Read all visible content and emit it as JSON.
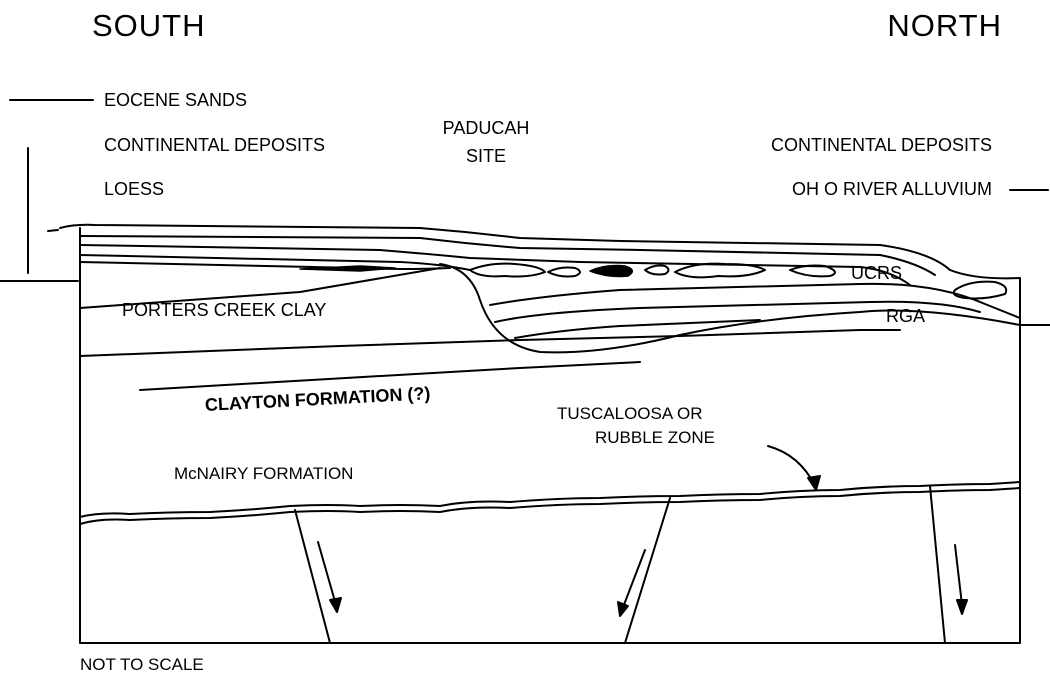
{
  "direction": {
    "left": "SOUTH",
    "right": "NORTH"
  },
  "site": {
    "line1": "PADUCAH",
    "line2": "SITE"
  },
  "left_labels": {
    "eocene": "EOCENE SANDS",
    "continental": "CONTINENTAL DEPOSITS",
    "loess": "LOESS"
  },
  "right_labels": {
    "continental": "CONTINENTAL DEPOSITS",
    "alluvium": "OH O RIVER ALLUVIUM"
  },
  "units": {
    "ucrs": "UCRS",
    "rga": "RGA",
    "porters_creek": "PORTERS CREEK CLAY",
    "clayton": "CLAYTON FORMATION (?)",
    "tuscaloosa_line1": "TUSCALOOSA OR",
    "tuscaloosa_line2": "RUBBLE ZONE",
    "mcnairy": "McNAIRY FORMATION"
  },
  "footer": {
    "scale_note": "NOT TO SCALE"
  }
}
